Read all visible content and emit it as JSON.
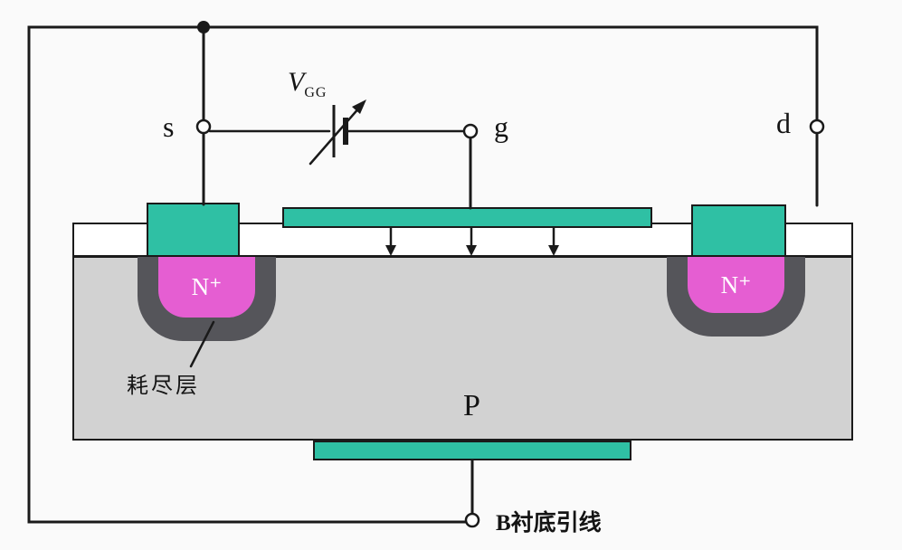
{
  "diagram": {
    "kind": "depletion-mos-cross-section",
    "terminals": {
      "source": "s",
      "gate": "g",
      "drain": "d"
    },
    "voltage_source": {
      "symbol": "V",
      "subscript": "GG"
    },
    "regions": {
      "n_plus_left": "N⁺",
      "n_plus_right": "N⁺",
      "substrate": "P"
    },
    "annotations": {
      "depletion_layer": "耗尽层",
      "substrate_lead": "B衬底引线"
    }
  },
  "colors": {
    "contact_teal": "#2fc0a4",
    "n_plus_magenta": "#e55ed2",
    "depletion_gray": "#55555a",
    "substrate_gray": "#d2d2d2",
    "oxide_white": "#ffffff",
    "wire_black": "#1a1a1a",
    "background": "#fafafa"
  }
}
